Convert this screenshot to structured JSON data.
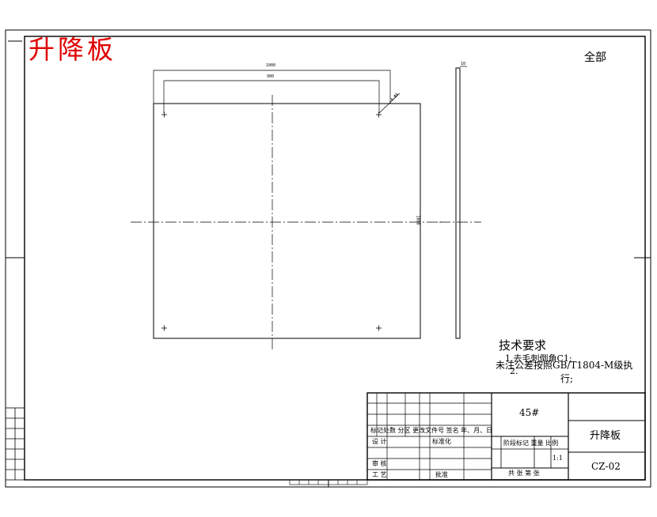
{
  "drawing": {
    "title": "升降板",
    "surface_note": "全部",
    "dims": {
      "overall_width": "1000",
      "hole_spacing": "900",
      "hole_callout": "4-Φ8",
      "height": "1000",
      "thickness": "10"
    },
    "tech_req": {
      "heading": "技术要求",
      "line1": "1.去毛刺倒角C1;",
      "line2": "未注公差按照GB/T1804-M级执",
      "line2b": "行;",
      "line3": "2."
    }
  },
  "title_block": {
    "material": "45#",
    "part_name": "升降板",
    "drawing_no": "CZ-02",
    "scale": "1:1",
    "row_headers": "标记处数  分区  更改文件号  签名  年、月、日",
    "design": "设  计",
    "standardize": "标准化",
    "review": "审  核",
    "process": "工  艺",
    "approve": "批准",
    "stage_headers": "阶段标记  重量  比例",
    "sheets": "共    张    第    张"
  }
}
